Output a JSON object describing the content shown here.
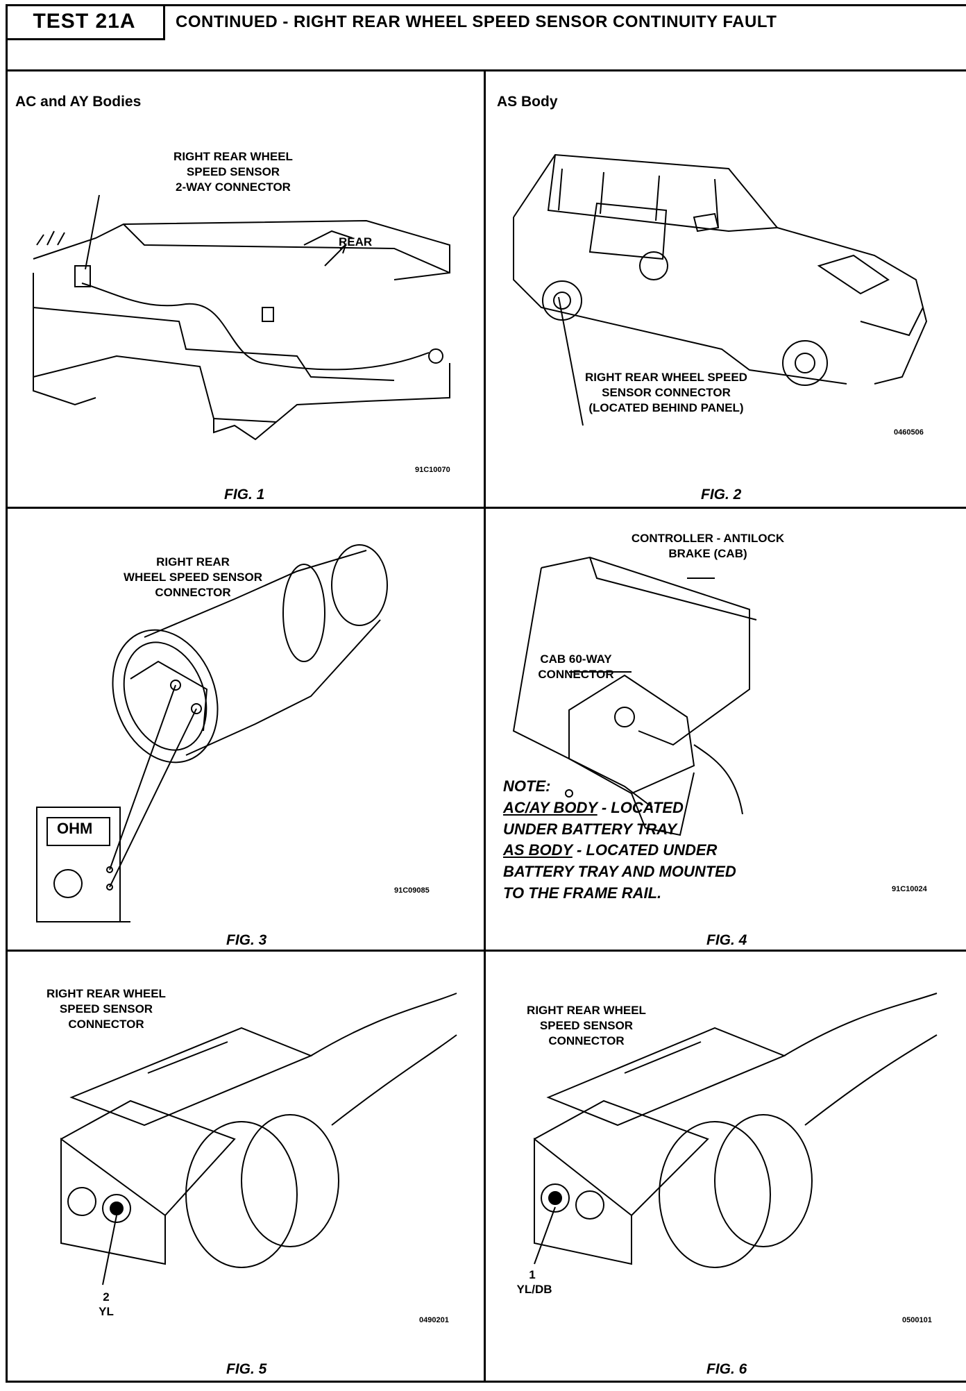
{
  "header": {
    "test_label": "TEST 21A",
    "title": "CONTINUED - RIGHT REAR WHEEL SPEED SENSOR CONTINUITY FAULT"
  },
  "panels": {
    "fig1": {
      "section_title": "AC and AY Bodies",
      "callout": "RIGHT REAR WHEEL\nSPEED SENSOR\n2-WAY CONNECTOR",
      "direction_label": "REAR",
      "code": "91C10070",
      "caption": "FIG. 1"
    },
    "fig2": {
      "section_title": "AS Body",
      "callout": "RIGHT REAR WHEEL SPEED\nSENSOR CONNECTOR\n(LOCATED BEHIND PANEL)",
      "code": "0460506",
      "caption": "FIG. 2"
    },
    "fig3": {
      "callout": "RIGHT REAR\nWHEEL SPEED SENSOR\nCONNECTOR",
      "meter_label": "OHM",
      "code": "91C09085",
      "caption": "FIG. 3"
    },
    "fig4": {
      "callout_controller": "CONTROLLER - ANTILOCK\nBRAKE (CAB)",
      "callout_connector": "CAB 60-WAY\nCONNECTOR",
      "note_heading": "NOTE:",
      "note_line1_underlined": "AC/AY BODY",
      "note_line1_rest": " - LOCATED",
      "note_line2": "UNDER BATTERY TRAY",
      "note_line3_underlined": "AS BODY",
      "note_line3_rest": " - LOCATED UNDER",
      "note_line4": "BATTERY TRAY AND MOUNTED",
      "note_line5": "TO THE FRAME RAIL.",
      "code": "91C10024",
      "caption": "FIG. 4"
    },
    "fig5": {
      "callout": "RIGHT REAR WHEEL\nSPEED SENSOR\nCONNECTOR",
      "pin_number": "2",
      "pin_color": "YL",
      "code": "0490201",
      "caption": "FIG. 5"
    },
    "fig6": {
      "callout": "RIGHT REAR WHEEL\nSPEED SENSOR\nCONNECTOR",
      "pin_number": "1",
      "pin_color": "YL/DB",
      "code": "0500101",
      "caption": "FIG. 6"
    }
  }
}
